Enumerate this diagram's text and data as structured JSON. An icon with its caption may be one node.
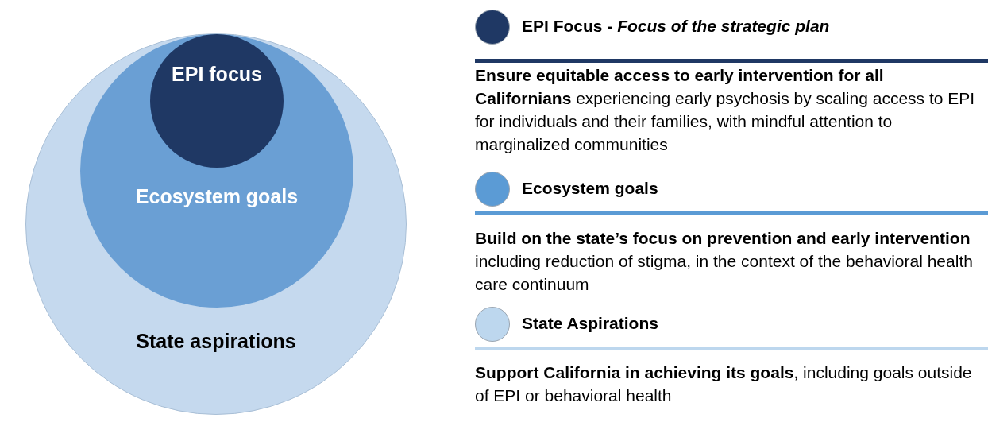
{
  "diagram": {
    "nodes": [
      {
        "text": [
          "State aspirations"
        ]
      },
      {
        "text": [
          "Ecosystem goals"
        ],
        "in": 0
      },
      {
        "text": [
          "EPI focus"
        ],
        "in": 1
      }
    ],
    "edges": [],
    "labels": [
      "**Ensure equitable access to early intervention for all Californians** experiencing early psychosis by scaling access to EPI for individuals and their families, with mindful attention to marginalized communities",
      "**Build on the state’s focus on prevention and early intervention** including reduction of stigma, in the context of the behavioral health care continuum",
      "**Support California in achieving its goals**, including goals outside of EPI or behavioral health"
    ],
    "legend": [
      {
        "text": "EPI Focus - *Focus of the strategic plan*",
        "color": "#1f3864"
      },
      {
        "text": "Ecosystem goals",
        "color": "#5b9bd5"
      },
      {
        "text": "State Aspirations",
        "color": "#bdd7ee"
      }
    ]
  }
}
